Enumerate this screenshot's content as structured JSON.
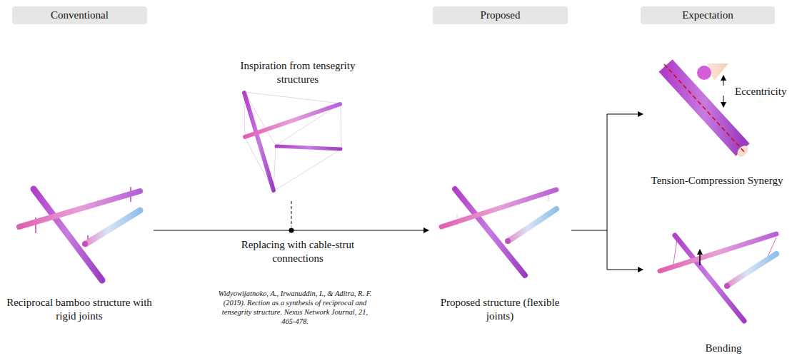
{
  "diagram": {
    "nodes": [
      {
        "text": [
          "Conventional"
        ]
      },
      {
        "text": [
          "Proposed"
        ]
      },
      {
        "text": [
          "Expectation"
        ]
      }
    ],
    "labels": [
      "Inspiration from tensegrity structures",
      "Replacing with cable-strut connections",
      "Widyowijatnoko, A., Irwanuddin, I., & Aditra, R. F. (2019). Rection as a synthesis of reciprocal and tensegrity structure. Nexus Network Journal, 21, 465-478.",
      "Reciprocal bamboo structure with rigid joints",
      "Proposed structure (flexible joints)",
      "Eccentricity",
      "Tension-Compression Synergy",
      "Bending"
    ]
  }
}
